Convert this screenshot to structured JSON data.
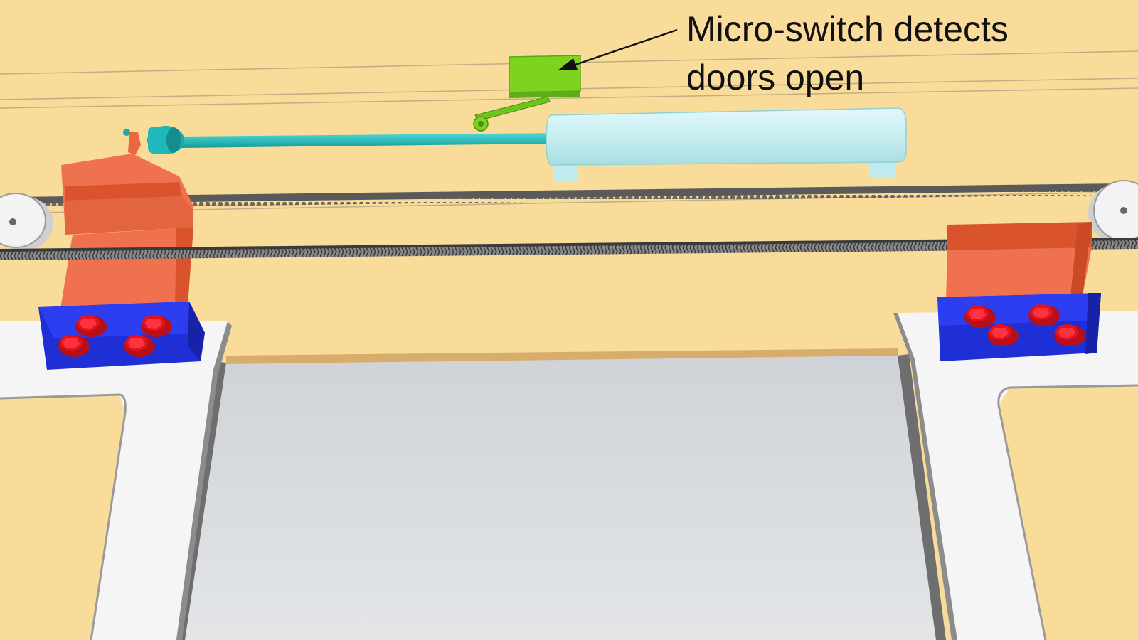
{
  "annotation": {
    "line1": "Micro-switch detects",
    "line2": "doors open"
  },
  "colors": {
    "background": "#f9dc9a",
    "micro_switch": "#7ed321",
    "actuator_rod": "#1fbfbf",
    "cylinder": "#cdf1f3",
    "door_bracket": "#f0714d",
    "mount_plate": "#1f2fd6",
    "bolt": "#e0131f",
    "door_frame": "#f4f4f4",
    "door_panel": "#d9dcdf",
    "belt": "#444444"
  },
  "icons": [
    "pulley-left",
    "pulley-right",
    "bolt"
  ]
}
